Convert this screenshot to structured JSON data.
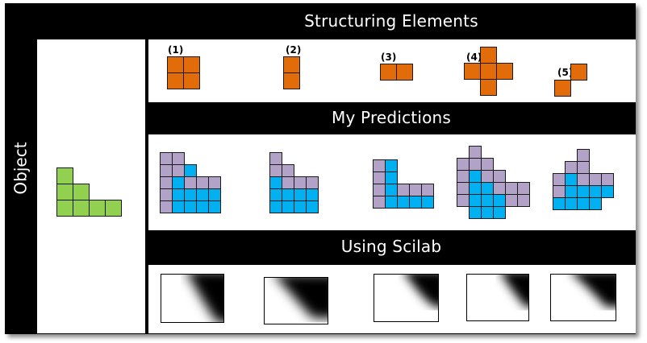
{
  "headers": {
    "structuring_elements": "Structuring Elements",
    "my_predictions": "My Predictions",
    "using_scilab": "Using Scilab",
    "object": "Object"
  },
  "structuring_element_labels": [
    "(1)",
    "(2)",
    "(3)",
    "(4)",
    "(5)"
  ],
  "colors": {
    "frame": "#000000",
    "object_fill": "#92D050",
    "structuring_fill": "#E36C0A",
    "prediction_original": "#00B0F0",
    "prediction_added": "#B3A2C7"
  }
}
